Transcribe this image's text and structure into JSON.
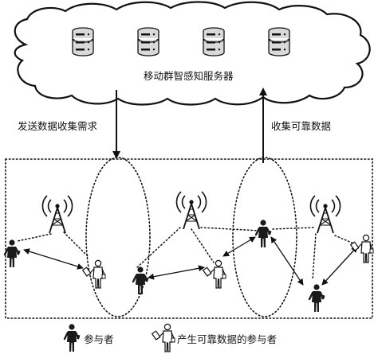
{
  "cloud": {
    "server_icons": [
      "database-server-icon",
      "database-server-icon",
      "database-server-icon",
      "database-server-icon"
    ],
    "label": "移动群智感知服务器"
  },
  "arrows": {
    "down_label": "发送数据收集需求",
    "up_label": "收集可靠数据"
  },
  "field": {
    "cell_towers": [
      "cell-tower-icon",
      "cell-tower-icon",
      "cell-tower-icon"
    ]
  },
  "legend": [
    {
      "icon": "participant-icon",
      "label": "参与者"
    },
    {
      "icon": "reliable-participant-icon",
      "label": "产生可靠数据的参与者"
    }
  ],
  "colors": {
    "stroke": "#111111",
    "fill_dark": "#1a1a1a",
    "server_fill": "#d9d9d9",
    "background": "#ffffff"
  }
}
